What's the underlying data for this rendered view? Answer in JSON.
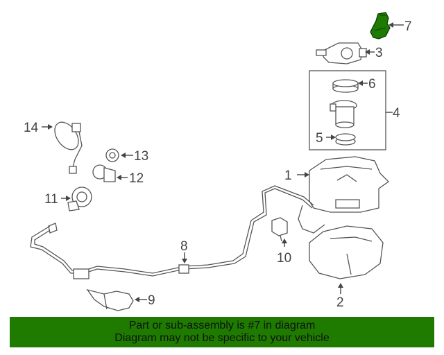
{
  "diagram": {
    "highlighted_part": "7",
    "highlight_color": "#1e7b00",
    "callouts": [
      "1",
      "2",
      "3",
      "4",
      "5",
      "6",
      "7",
      "8",
      "9",
      "10",
      "11",
      "12",
      "13",
      "14"
    ]
  },
  "banner": {
    "line1": "Part or sub-assembly is #7 in diagram",
    "line2": "Diagram may not be specific to your vehicle",
    "background": "#1e7b00"
  }
}
